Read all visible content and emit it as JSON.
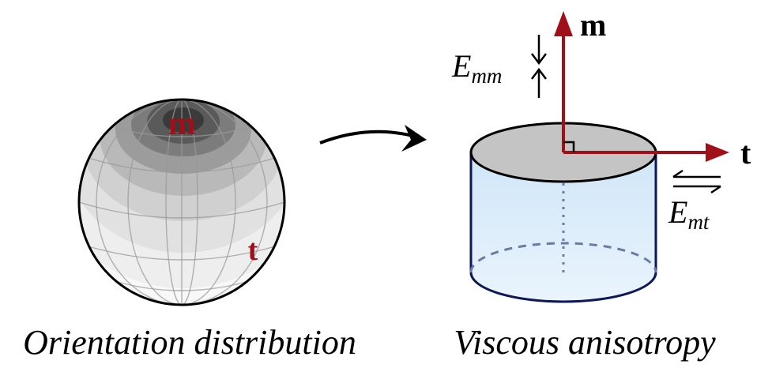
{
  "left_panel": {
    "caption": "Orientation distribution",
    "label_m": "m",
    "label_t": "t"
  },
  "right_panel": {
    "caption": "Viscous anisotropy",
    "label_m": "m",
    "label_t": "t",
    "label_emm_base": "E",
    "label_emm_sub": "mm",
    "label_emt_base": "E",
    "label_emt_sub": "mt"
  },
  "colors": {
    "axis_red": "#a01018",
    "cylinder_fill_top": "#cfe6f8",
    "cylinder_fill_bottom": "#eaf4fd",
    "cylinder_stroke": "#0e1757",
    "lid_fill": "#c4c4c4",
    "dashed": "#6a7ba6",
    "ink": "#000000"
  },
  "icons": [
    "right-curved-arrow-icon",
    "compression-arrows-icon",
    "shear-arrows-icon"
  ]
}
